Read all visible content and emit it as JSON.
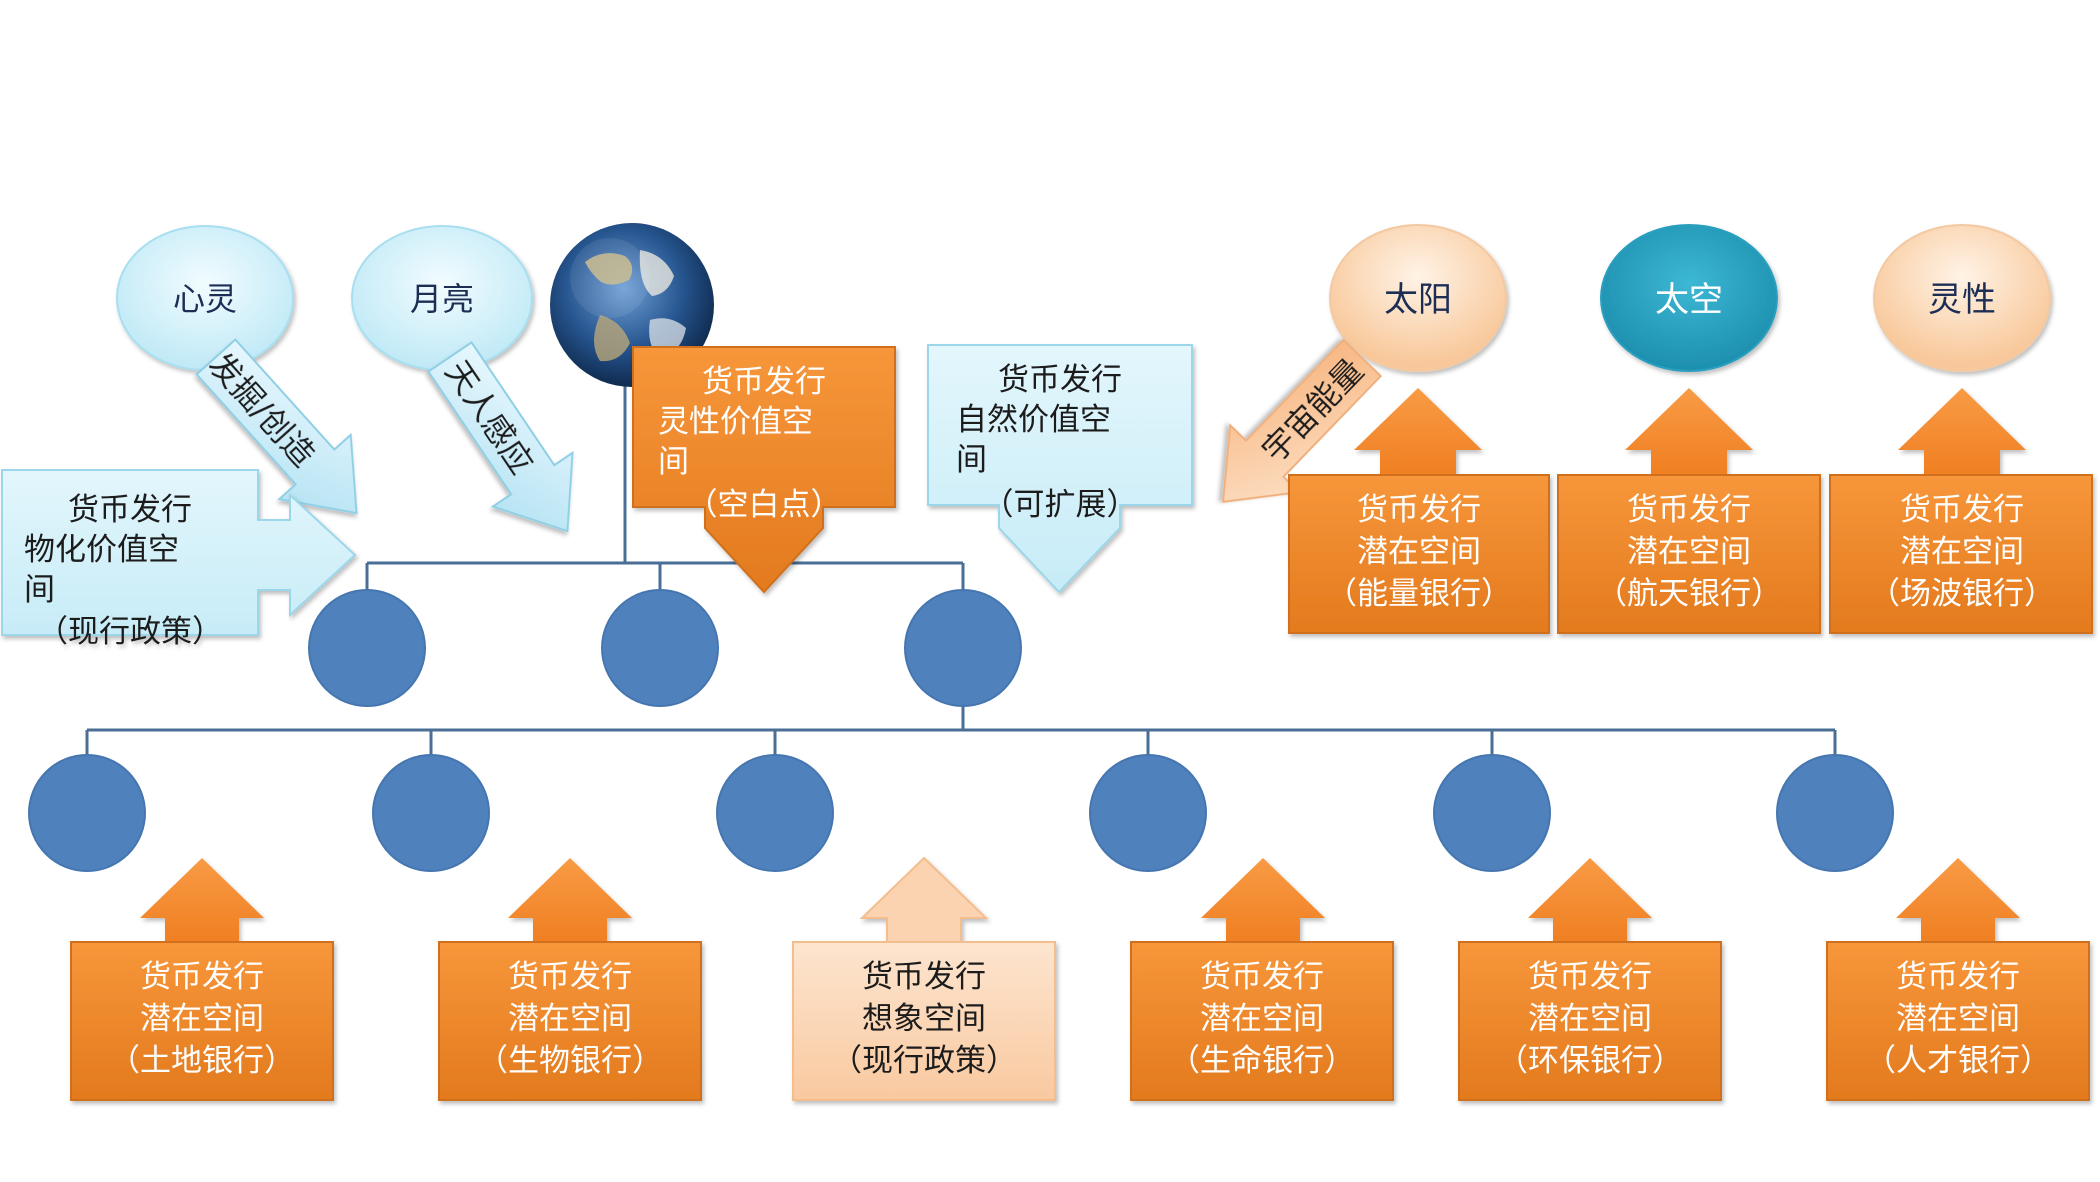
{
  "bubbles": {
    "heart": "心灵",
    "moon": "月亮",
    "sun": "太阳",
    "space": "太空",
    "spirit": "灵性"
  },
  "arrows": {
    "excavate": "发掘/创造",
    "heaven_human": "天人感应",
    "cosmic_energy": "宇宙能量"
  },
  "boxes": {
    "material": [
      "货币发行",
      "物化价值空",
      "间",
      "（现行政策）"
    ],
    "spiritual": [
      "货币发行",
      "灵性价值空",
      "间",
      "（空白点）"
    ],
    "natural": [
      "货币发行",
      "自然价值空",
      "间",
      "（可扩展）"
    ],
    "energy_bank": [
      "货币发行",
      "潜在空间",
      "（能量银行）"
    ],
    "aerospace_bank": [
      "货币发行",
      "潜在空间",
      "（航天银行）"
    ],
    "field_wave_bank": [
      "货币发行",
      "潜在空间",
      "（场波银行）"
    ],
    "land_bank": [
      "货币发行",
      "潜在空间",
      "（土地银行）"
    ],
    "bio_bank": [
      "货币发行",
      "潜在空间",
      "（生物银行）"
    ],
    "imagination": [
      "货币发行",
      "想象空间",
      "（现行政策）"
    ],
    "life_bank": [
      "货币发行",
      "潜在空间",
      "（生命银行）"
    ],
    "eco_bank": [
      "货币发行",
      "潜在空间",
      "（环保银行）"
    ],
    "talent_bank": [
      "货币发行",
      "潜在空间",
      "（人才银行）"
    ]
  },
  "colors": {
    "orange": "#f08a2c",
    "orange_light": "#fbd3b0",
    "light_blue": "#d4f1f9",
    "node_blue": "#4f81bd",
    "teal": "#2aa2c0",
    "line": "#4a6e96"
  }
}
